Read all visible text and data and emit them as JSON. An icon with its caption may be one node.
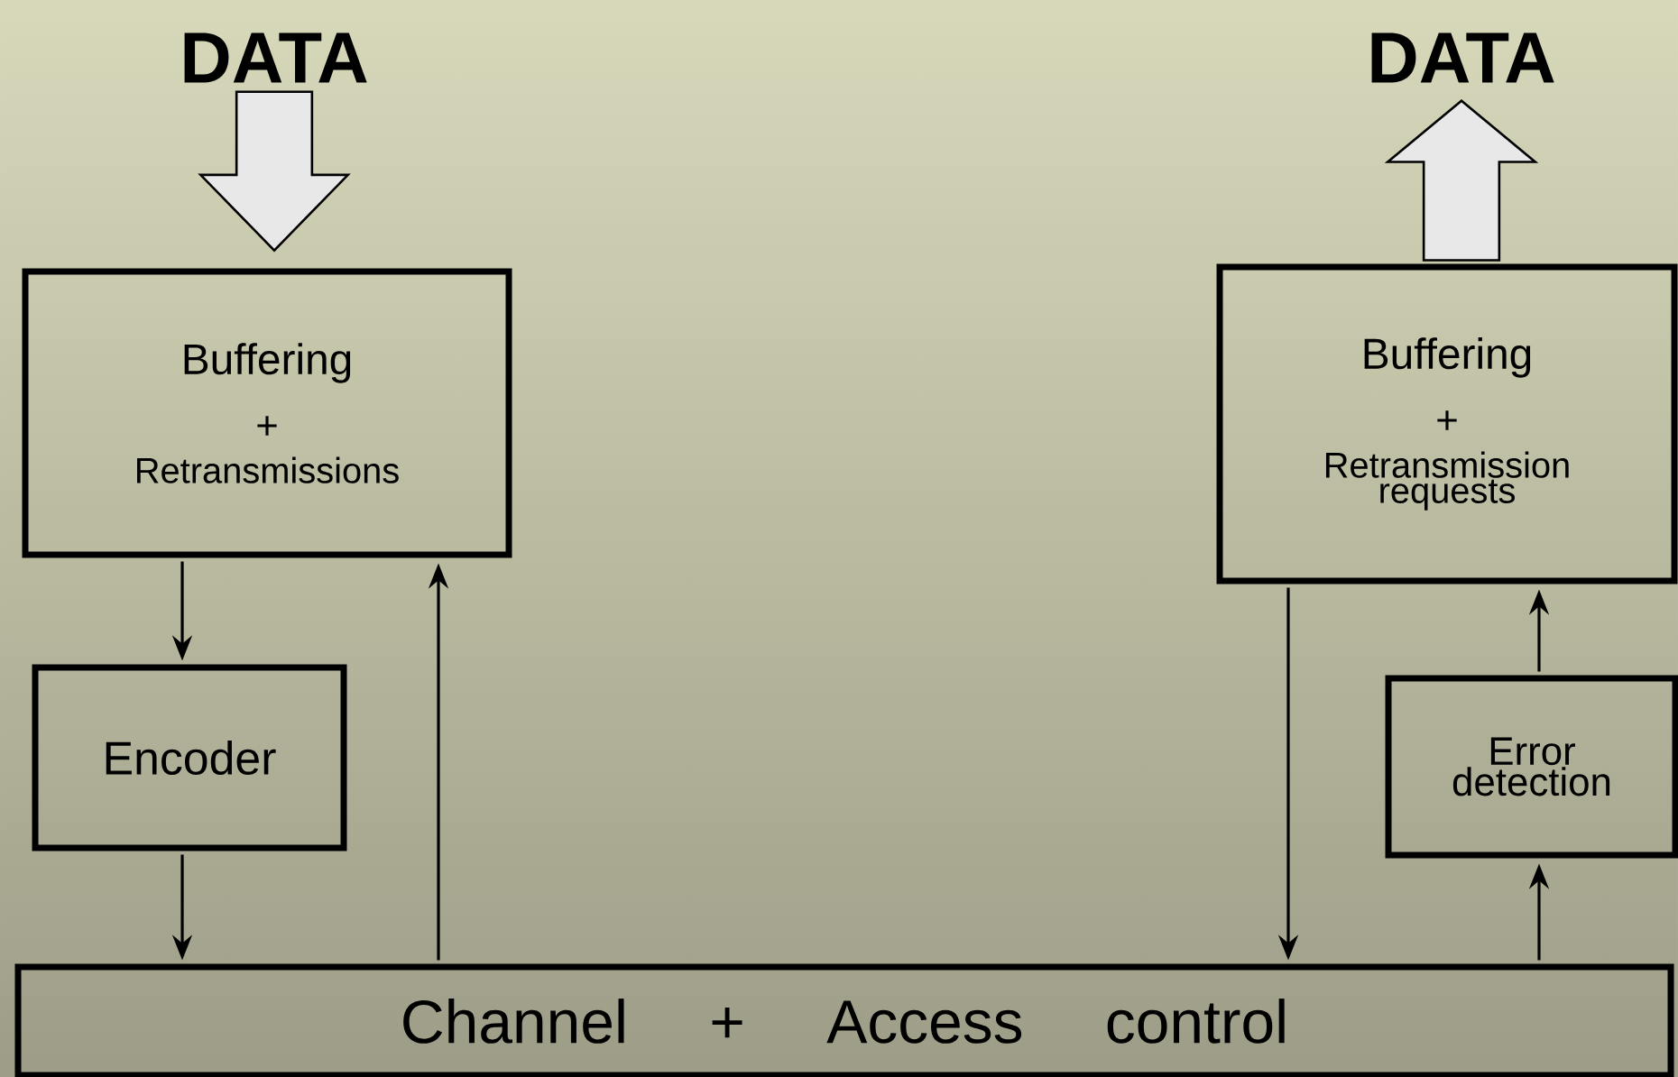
{
  "diagram": {
    "nodes": [
      {
        "text": [
          "DATA"
        ]
      },
      {
        "text": [
          "DATA"
        ]
      },
      {
        "text": [
          "Buffering",
          "+",
          "Retransmissions"
        ]
      },
      {
        "text": [
          "Encoder"
        ]
      },
      {
        "text": [
          "Buffering",
          "+",
          "Retransmission requests"
        ]
      },
      {
        "text": [
          "Error detection"
        ]
      },
      {
        "text": [
          "Channel + Access control"
        ]
      }
    ],
    "edges": [
      {
        "from": 0,
        "to": 2,
        "arrow": "to",
        "style": "thick",
        "color": "#e8e8e8"
      },
      {
        "from": 4,
        "to": 1,
        "arrow": "to",
        "style": "thick",
        "color": "#e8e8e8"
      },
      {
        "from": 2,
        "to": 3,
        "arrow": "to"
      },
      {
        "from": 3,
        "to": 6,
        "arrow": "to"
      },
      {
        "from": 6,
        "to": 2,
        "arrow": "to"
      },
      {
        "from": 4,
        "to": 6,
        "arrow": "to"
      },
      {
        "from": 6,
        "to": 5,
        "arrow": "to"
      },
      {
        "from": 5,
        "to": 4,
        "arrow": "to"
      }
    ]
  }
}
